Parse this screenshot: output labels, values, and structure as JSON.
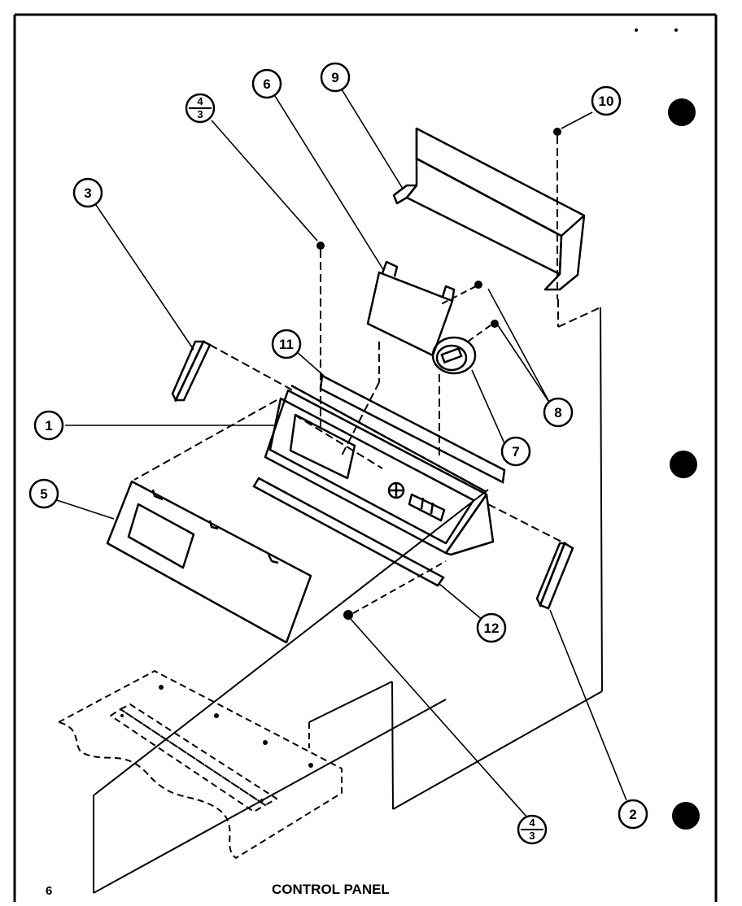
{
  "callouts": {
    "c1": "1",
    "c2": "2",
    "c3": "3",
    "c5": "5",
    "c6": "6",
    "c7": "7",
    "c8": "8",
    "c9": "9",
    "c10": "10",
    "c11": "11",
    "c12": "12",
    "c43_top_num": "4",
    "c43_top_den": "3",
    "c43_bottom_num": "4",
    "c43_bottom_den": "3"
  },
  "caption": "CONTROL PANEL",
  "page_number": "6"
}
